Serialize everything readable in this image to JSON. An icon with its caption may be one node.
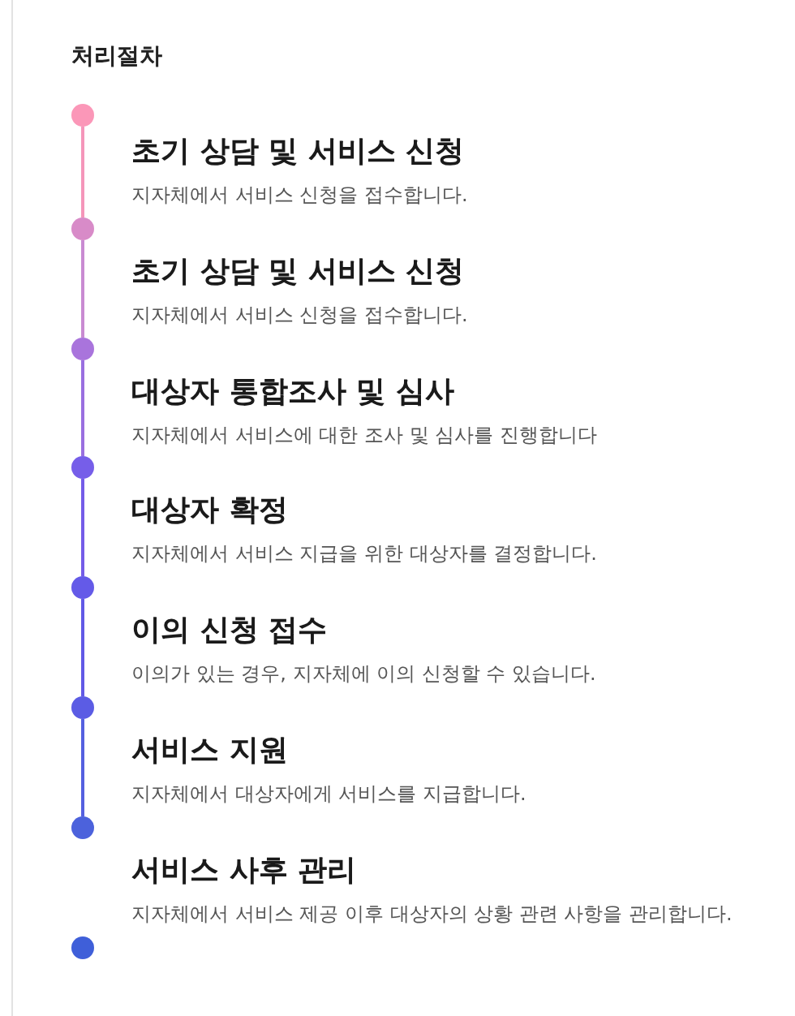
{
  "diagram": {
    "title": "처리절차",
    "nodes": [
      {
        "text": [],
        "shape": "circle"
      },
      {
        "text": [],
        "shape": "circle"
      },
      {
        "text": [],
        "shape": "circle"
      },
      {
        "text": [],
        "shape": "circle"
      },
      {
        "text": [],
        "shape": "circle"
      },
      {
        "text": [],
        "shape": "circle"
      },
      {
        "text": [],
        "shape": "circle"
      },
      {
        "text": [],
        "shape": "circle"
      }
    ],
    "edges": [
      {
        "from": 0,
        "to": 1,
        "arrow": "none",
        "color": "#f596ba"
      },
      {
        "from": 1,
        "to": 2,
        "arrow": "none",
        "color": "#c98bd2"
      },
      {
        "from": 2,
        "to": 3,
        "arrow": "none",
        "color": "#9a6fe0"
      },
      {
        "from": 3,
        "to": 4,
        "arrow": "none",
        "color": "#745ce8"
      },
      {
        "from": 4,
        "to": 5,
        "arrow": "none",
        "color": "#6159e6"
      },
      {
        "from": 5,
        "to": 6,
        "arrow": "none",
        "color": "#5560e0"
      }
    ],
    "labels": [
      "초기 상담 및 서비스 신청",
      "지자체에서 서비스 신청을 접수합니다.",
      "초기 상담 및 서비스 신청",
      "지자체에서 서비스 신청을 접수합니다.",
      "대상자 통합조사 및 심사",
      "지자체에서 서비스에 대한 조사 및 심사를 진행합니다",
      "대상자 확정",
      "지자체에서 서비스 지급을 위한 대상자를 결정합니다.",
      "이의 신청 접수",
      "이의가 있는 경우, 지자체에 이의 신청할 수 있습니다.",
      "서비스 지원",
      "지자체에서 대상자에게 서비스를 지급합니다.",
      "서비스 사후 관리",
      "지자체에서 서비스 제공 이후 대상자의 상황 관련 사항을 관리합니다."
    ]
  }
}
